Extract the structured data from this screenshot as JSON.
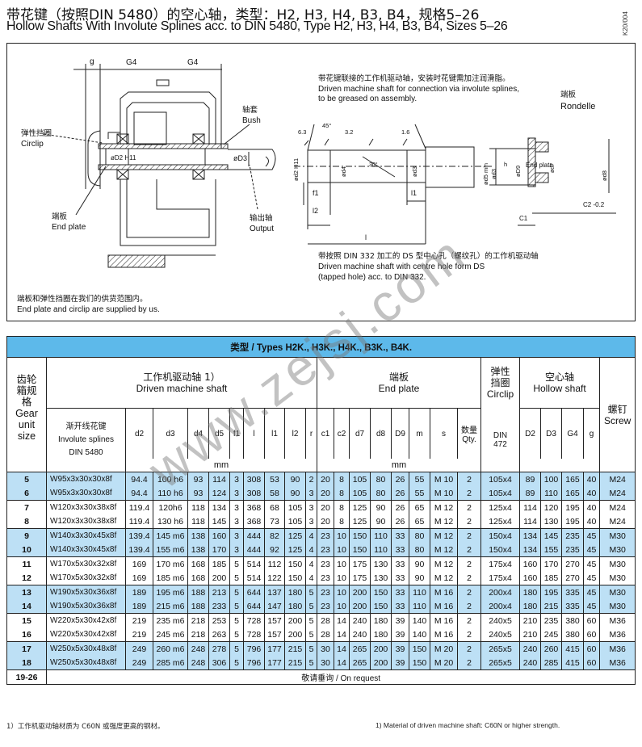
{
  "header": {
    "title_cn": "带花键（按照DIN 5480）的空心轴，类型：H2, H3, H4, B3, B4，规格5–26",
    "title_en": "Hollow Shafts With Involute Splines acc. to DIN 5480, Type H2, H3, H4, B3, B4, Sizes 5–26",
    "doc_ref": "K20/004"
  },
  "drawing": {
    "dim_g": "g",
    "dim_g4a": "G4",
    "dim_g4b": "G4",
    "dim_d2": "øD2 H11",
    "dim_d3": "øD3",
    "circlip_cn": "弹性挡圈",
    "circlip_en": "Circlip",
    "bush_cn": "轴套",
    "bush_en": "Bush",
    "endplate_cn": "端板",
    "endplate_en": "End plate",
    "output_cn": "输出轴",
    "output_en": "Output",
    "supply_note_cn": "端板和弹性挡圈在我们的供货范围内。",
    "supply_note_en": "End plate and circlip are supplied by us.",
    "shaft_note_cn": "带花键联接的工作机驱动轴，安装时花键需加注润滑脂。",
    "shaft_note_en1": "Driven machine shaft for connection via involute splines,",
    "shaft_note_en2": "to be greased on assembly.",
    "rondelle_cn": "端板",
    "rondelle_en": "Rondelle",
    "centre_note_cn": "带按照 DIN 332 加工的 DS 型中心孔（螺纹孔）的工作机驱动轴",
    "centre_note_en1": "Driven machine shaft with centre hole form DS",
    "centre_note_en2": "(tapped hole) acc. to DIN 332.",
    "shaft_dims": [
      "6.3",
      "45°",
      "3.2",
      "1.6",
      "ød2 H11",
      "ød4",
      "ød3",
      "ød5 min",
      "f1",
      "l2",
      "l1",
      "l",
      "30°"
    ],
    "rondelle_dims": [
      "ød3",
      "h",
      "øD9",
      "ød7",
      "ød8",
      "C2 -0.2",
      "C1",
      "End plate"
    ]
  },
  "watermark": "www.zejsj.com",
  "table": {
    "title": "类型 / Types H2K., H3K., H4K., B3K., B4K.",
    "size_header_cn": "齿轮箱规格",
    "size_header_en": "Gear unit size",
    "driven_cn": "工作机驱动轴 1）",
    "driven_en": "Driven machine shaft",
    "endplate_cn": "端板",
    "endplate_en": "End plate",
    "circlip_cn": "弹性挡圈",
    "circlip_en": "Circlip",
    "hollow_cn": "空心轴",
    "hollow_en": "Hollow shaft",
    "screw_cn": "螺钉",
    "screw_en": "Screw",
    "spline_cn": "渐开线花键",
    "spline_en1": "Involute splines",
    "spline_en2": "DIN 5480",
    "cols_driven": [
      "d2",
      "d3",
      "d4",
      "d5",
      "f1",
      "l",
      "l1",
      "l2",
      "r"
    ],
    "cols_end": [
      "c1",
      "c2",
      "d7",
      "d8",
      "D9",
      "m",
      "s"
    ],
    "qty_cn": "数量",
    "qty_en": "Qty.",
    "din_1": "DIN",
    "din_2": "472",
    "cols_hollow": [
      "D2",
      "D3",
      "G4",
      "g"
    ],
    "unit_1": "mm",
    "unit_2": "mm",
    "rows": [
      [
        "5",
        "W95x3x30x30x8f",
        "94.4",
        "100 h6",
        "93",
        "114",
        "3",
        "308",
        "53",
        "90",
        "2",
        "20",
        "8",
        "105",
        "80",
        "26",
        "55",
        "M 10",
        "2",
        "105x4",
        "89",
        "100",
        "165",
        "40",
        "M24"
      ],
      [
        "6",
        "W95x3x30x30x8f",
        "94.4",
        "110 h6",
        "93",
        "124",
        "3",
        "308",
        "58",
        "90",
        "3",
        "20",
        "8",
        "105",
        "80",
        "26",
        "55",
        "M 10",
        "2",
        "105x4",
        "89",
        "110",
        "165",
        "40",
        "M24"
      ],
      [
        "7",
        "W120x3x30x38x8f",
        "119.4",
        "120h6",
        "118",
        "134",
        "3",
        "368",
        "68",
        "105",
        "3",
        "20",
        "8",
        "125",
        "90",
        "26",
        "65",
        "M 12",
        "2",
        "125x4",
        "114",
        "120",
        "195",
        "40",
        "M24"
      ],
      [
        "8",
        "W120x3x30x38x8f",
        "119.4",
        "130 h6",
        "118",
        "145",
        "3",
        "368",
        "73",
        "105",
        "3",
        "20",
        "8",
        "125",
        "90",
        "26",
        "65",
        "M 12",
        "2",
        "125x4",
        "114",
        "130",
        "195",
        "40",
        "M24"
      ],
      [
        "9",
        "W140x3x30x45x8f",
        "139.4",
        "145 m6",
        "138",
        "160",
        "3",
        "444",
        "82",
        "125",
        "4",
        "23",
        "10",
        "150",
        "110",
        "33",
        "80",
        "M 12",
        "2",
        "150x4",
        "134",
        "145",
        "235",
        "45",
        "M30"
      ],
      [
        "10",
        "W140x3x30x45x8f",
        "139.4",
        "155 m6",
        "138",
        "170",
        "3",
        "444",
        "92",
        "125",
        "4",
        "23",
        "10",
        "150",
        "110",
        "33",
        "80",
        "M 12",
        "2",
        "150x4",
        "134",
        "155",
        "235",
        "45",
        "M30"
      ],
      [
        "11",
        "W170x5x30x32x8f",
        "169",
        "170 m6",
        "168",
        "185",
        "5",
        "514",
        "112",
        "150",
        "4",
        "23",
        "10",
        "175",
        "130",
        "33",
        "90",
        "M 12",
        "2",
        "175x4",
        "160",
        "170",
        "270",
        "45",
        "M30"
      ],
      [
        "12",
        "W170x5x30x32x8f",
        "169",
        "185 m6",
        "168",
        "200",
        "5",
        "514",
        "122",
        "150",
        "4",
        "23",
        "10",
        "175",
        "130",
        "33",
        "90",
        "M 12",
        "2",
        "175x4",
        "160",
        "185",
        "270",
        "45",
        "M30"
      ],
      [
        "13",
        "W190x5x30x36x8f",
        "189",
        "195 m6",
        "188",
        "213",
        "5",
        "644",
        "137",
        "180",
        "5",
        "23",
        "10",
        "200",
        "150",
        "33",
        "110",
        "M 16",
        "2",
        "200x4",
        "180",
        "195",
        "335",
        "45",
        "M30"
      ],
      [
        "14",
        "W190x5x30x36x8f",
        "189",
        "215 m6",
        "188",
        "233",
        "5",
        "644",
        "147",
        "180",
        "5",
        "23",
        "10",
        "200",
        "150",
        "33",
        "110",
        "M 16",
        "2",
        "200x4",
        "180",
        "215",
        "335",
        "45",
        "M30"
      ],
      [
        "15",
        "W220x5x30x42x8f",
        "219",
        "235 m6",
        "218",
        "253",
        "5",
        "728",
        "157",
        "200",
        "5",
        "28",
        "14",
        "240",
        "180",
        "39",
        "140",
        "M 16",
        "2",
        "240x5",
        "210",
        "235",
        "380",
        "60",
        "M36"
      ],
      [
        "16",
        "W220x5x30x42x8f",
        "219",
        "245 m6",
        "218",
        "263",
        "5",
        "728",
        "157",
        "200",
        "5",
        "28",
        "14",
        "240",
        "180",
        "39",
        "140",
        "M 16",
        "2",
        "240x5",
        "210",
        "245",
        "380",
        "60",
        "M36"
      ],
      [
        "17",
        "W250x5x30x48x8f",
        "249",
        "260 m6",
        "248",
        "278",
        "5",
        "796",
        "177",
        "215",
        "5",
        "30",
        "14",
        "265",
        "200",
        "39",
        "150",
        "M 20",
        "2",
        "265x5",
        "240",
        "260",
        "415",
        "60",
        "M36"
      ],
      [
        "18",
        "W250x5x30x48x8f",
        "249",
        "285 m6",
        "248",
        "306",
        "5",
        "796",
        "177",
        "215",
        "5",
        "30",
        "14",
        "265",
        "200",
        "39",
        "150",
        "M 20",
        "2",
        "265x5",
        "240",
        "285",
        "415",
        "60",
        "M36"
      ]
    ],
    "request_size": "19-26",
    "request_text": "敬请垂询 / On request"
  },
  "footnotes": {
    "cn": "1）工作机驱动轴材质为 C60N 或强度更高的钢材。",
    "en": "1)   Material of driven machine shaft: C60N or higher strength."
  },
  "colors": {
    "title_bar": "#5db9ea",
    "row_band": "#bde0f5"
  }
}
